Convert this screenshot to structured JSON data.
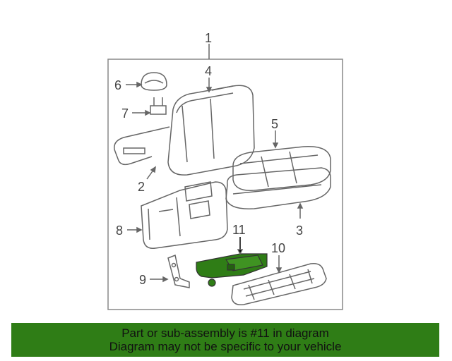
{
  "diagram": {
    "callouts": [
      {
        "id": "1",
        "label": "1"
      },
      {
        "id": "2",
        "label": "2"
      },
      {
        "id": "3",
        "label": "3"
      },
      {
        "id": "4",
        "label": "4"
      },
      {
        "id": "5",
        "label": "5"
      },
      {
        "id": "6",
        "label": "6"
      },
      {
        "id": "7",
        "label": "7"
      },
      {
        "id": "8",
        "label": "8"
      },
      {
        "id": "9",
        "label": "9"
      },
      {
        "id": "10",
        "label": "10"
      },
      {
        "id": "11",
        "label": "11",
        "highlighted": true
      }
    ],
    "highlight_color": "#2f7d16",
    "line_color": "#666666"
  },
  "banner": {
    "line1": "Part or sub-assembly is #11 in diagram",
    "line2": "Diagram may not be specific to your vehicle",
    "background": "#2f7d16"
  }
}
